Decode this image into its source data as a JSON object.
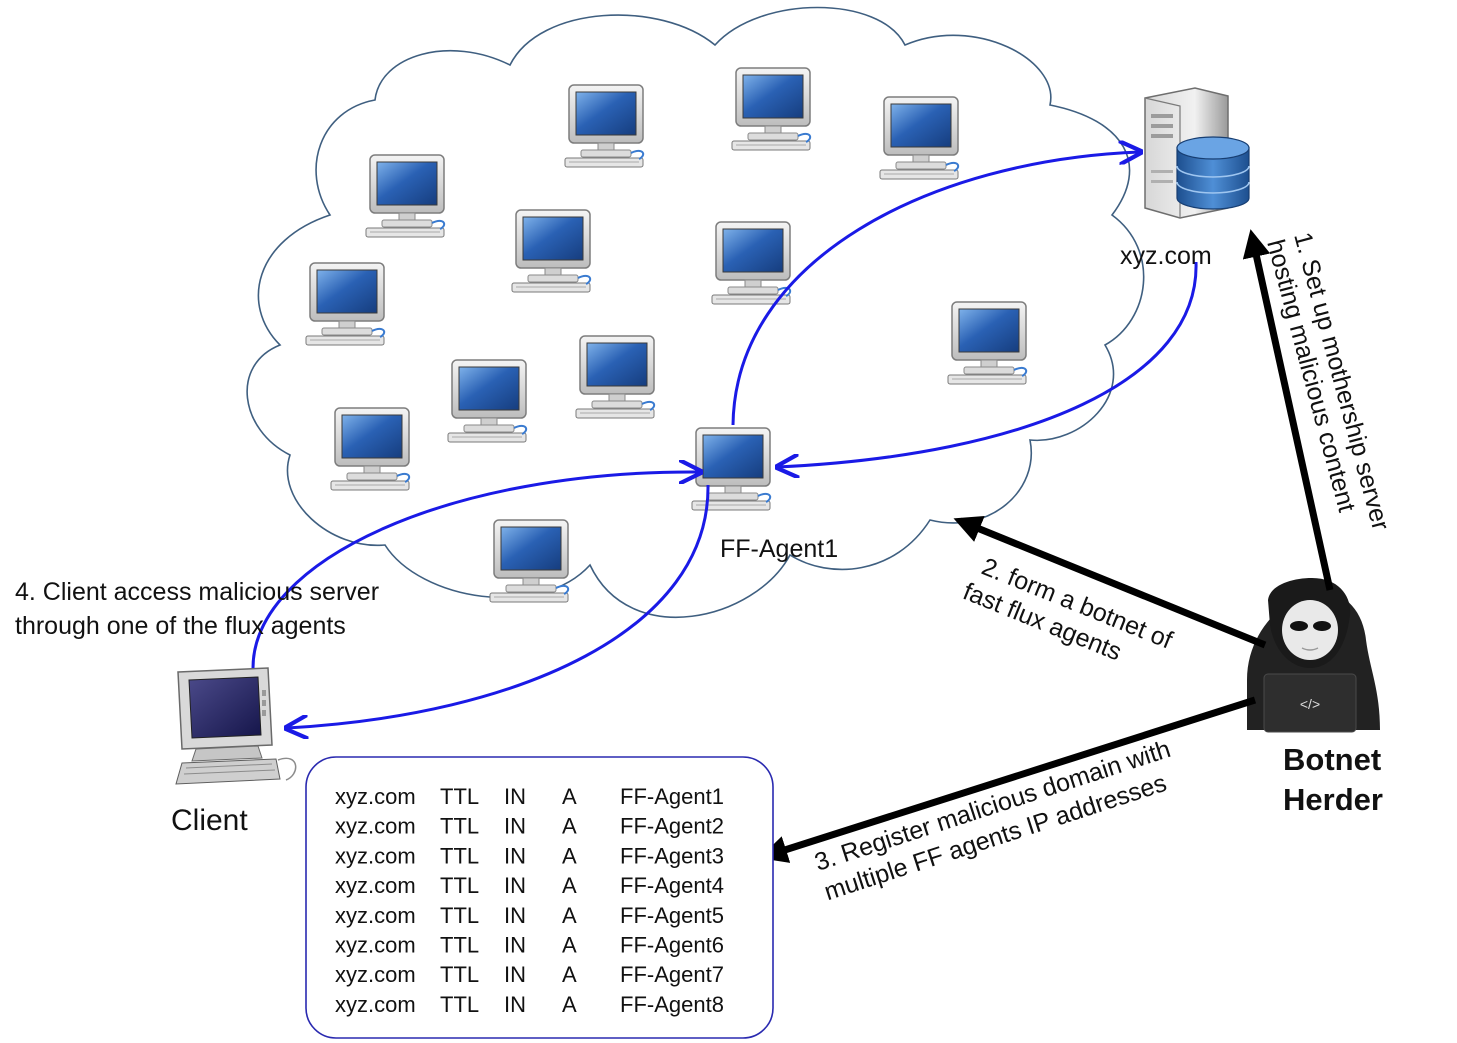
{
  "labels": {
    "server": "xyz.com",
    "agent": "FF-Agent1",
    "client": "Client",
    "herder_line1": "Botnet",
    "herder_line2": "Herder",
    "hacker_code": "</>"
  },
  "steps": {
    "step1": [
      "1. Set up mothership server",
      "hosting malicious content"
    ],
    "step2": [
      "2. form a botnet of",
      "fast flux agents"
    ],
    "step3": [
      "3. Register malicious domain with",
      "multiple FF agents IP addresses"
    ],
    "step4": [
      "4. Client access malicious server",
      "through one of the flux agents"
    ]
  },
  "dns_records": [
    [
      "xyz.com",
      "TTL",
      "IN",
      "A",
      "FF-Agent1"
    ],
    [
      "xyz.com",
      "TTL",
      "IN",
      "A",
      "FF-Agent2"
    ],
    [
      "xyz.com",
      "TTL",
      "IN",
      "A",
      "FF-Agent3"
    ],
    [
      "xyz.com",
      "TTL",
      "IN",
      "A",
      "FF-Agent4"
    ],
    [
      "xyz.com",
      "TTL",
      "IN",
      "A",
      "FF-Agent5"
    ],
    [
      "xyz.com",
      "TTL",
      "IN",
      "A",
      "FF-Agent6"
    ],
    [
      "xyz.com",
      "TTL",
      "IN",
      "A",
      "FF-Agent7"
    ],
    [
      "xyz.com",
      "TTL",
      "IN",
      "A",
      "FF-Agent8"
    ]
  ],
  "colors": {
    "flow_arrow": "#1a1ae6",
    "step_arrow": "#000000",
    "cloud_stroke": "#3f5f80",
    "dns_box_stroke": "#2a2ab0",
    "screen": "#1f4f9a"
  },
  "icons": {
    "agents": "desktop-computer-icon",
    "server": "server-database-icon",
    "client": "client-computer-icon",
    "herder": "hacker-icon"
  }
}
